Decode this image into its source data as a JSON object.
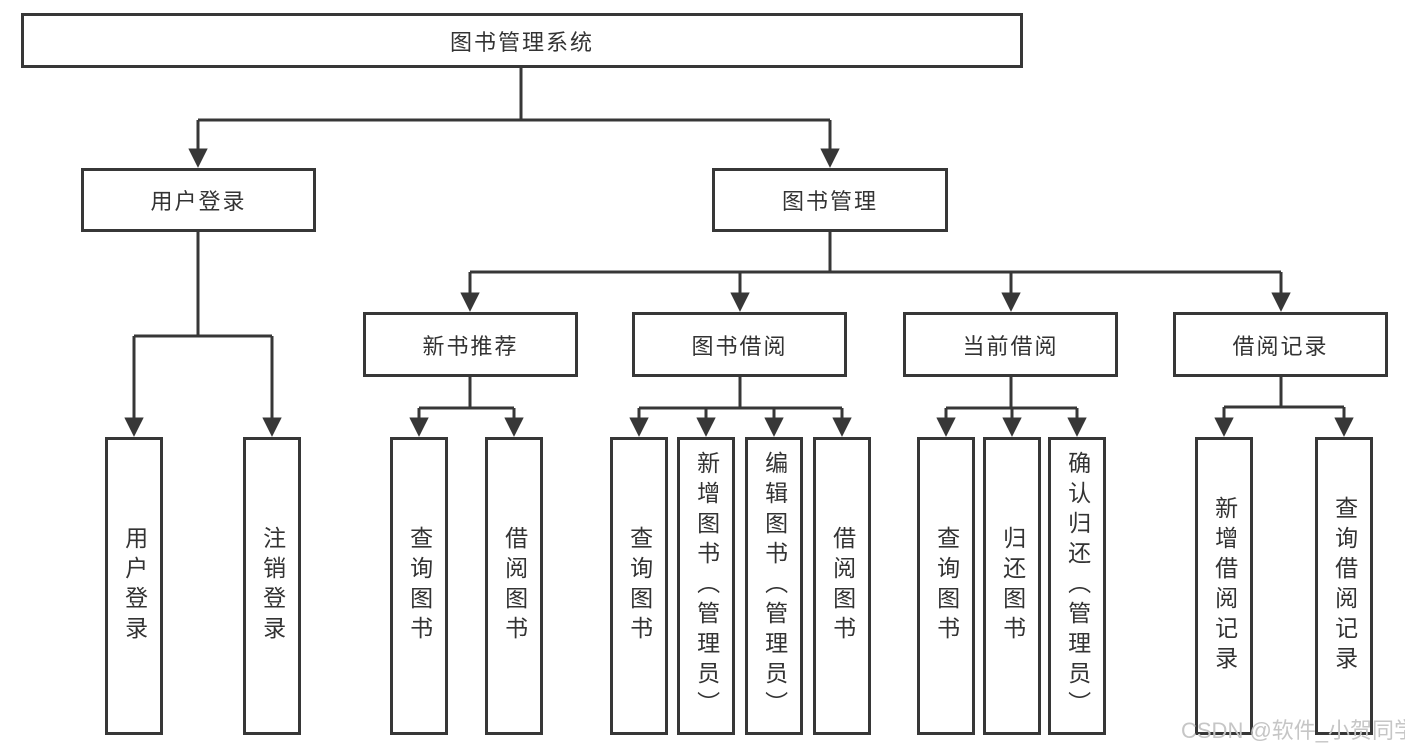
{
  "tree": {
    "root": {
      "label": "图书管理系统",
      "children": [
        {
          "label": "用户登录",
          "children": [
            {
              "label": "用户登录"
            },
            {
              "label": "注销登录"
            }
          ]
        },
        {
          "label": "图书管理",
          "children": [
            {
              "label": "新书推荐",
              "children": [
                {
                  "label": "查询图书"
                },
                {
                  "label": "借阅图书"
                }
              ]
            },
            {
              "label": "图书借阅",
              "children": [
                {
                  "label": "查询图书"
                },
                {
                  "label": "新增图书（管理员）"
                },
                {
                  "label": "编辑图书（管理员）"
                },
                {
                  "label": "借阅图书"
                }
              ]
            },
            {
              "label": "当前借阅",
              "children": [
                {
                  "label": "查询图书"
                },
                {
                  "label": "归还图书"
                },
                {
                  "label": "确认归还（管理员）"
                }
              ]
            },
            {
              "label": "借阅记录",
              "children": [
                {
                  "label": "新增借阅记录"
                },
                {
                  "label": "查询借阅记录"
                }
              ]
            }
          ]
        }
      ]
    }
  },
  "watermark": "CSDN @软件_小贺同学",
  "colors": {
    "line": "#373737",
    "text": "#333333",
    "background": "#ffffff",
    "watermark": "#c6c6c6"
  }
}
